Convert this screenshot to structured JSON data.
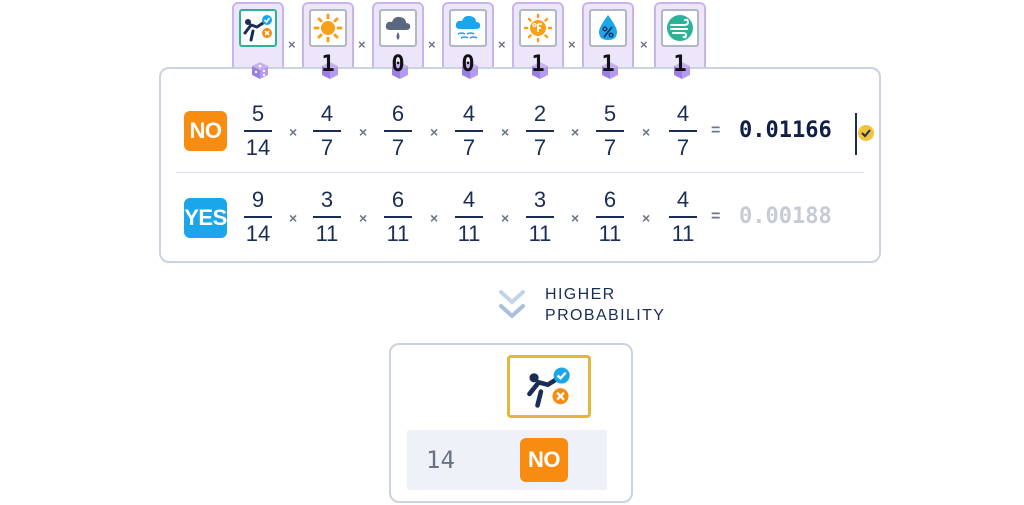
{
  "features": [
    {
      "icon": "golf-play-icon",
      "value": ""
    },
    {
      "icon": "sun-icon",
      "value": "1"
    },
    {
      "icon": "rain-cloud-icon",
      "value": "0"
    },
    {
      "icon": "wind-cloud-icon",
      "value": "0"
    },
    {
      "icon": "temperature-sun-icon",
      "value": "1"
    },
    {
      "icon": "humidity-drop-icon",
      "value": "1"
    },
    {
      "icon": "wind-icon",
      "value": "1"
    }
  ],
  "operators": {
    "times": "×",
    "equals": "="
  },
  "rows": [
    {
      "label": "NO",
      "color": "#f78c11",
      "fractions": [
        {
          "num": "5",
          "den": "14"
        },
        {
          "num": "4",
          "den": "7"
        },
        {
          "num": "6",
          "den": "7"
        },
        {
          "num": "4",
          "den": "7"
        },
        {
          "num": "2",
          "den": "7"
        },
        {
          "num": "5",
          "den": "7"
        },
        {
          "num": "4",
          "den": "7"
        }
      ],
      "result": "0.01166",
      "winner": true
    },
    {
      "label": "YES",
      "color": "#1aa6e8",
      "fractions": [
        {
          "num": "9",
          "den": "14"
        },
        {
          "num": "3",
          "den": "11"
        },
        {
          "num": "6",
          "den": "11"
        },
        {
          "num": "4",
          "den": "11"
        },
        {
          "num": "3",
          "den": "11"
        },
        {
          "num": "6",
          "den": "11"
        },
        {
          "num": "4",
          "den": "11"
        }
      ],
      "result": "0.00188",
      "winner": false
    }
  ],
  "higher_probability": {
    "line1": "HIGHER",
    "line2": "PROBABILITY"
  },
  "output": {
    "row_number": "14",
    "prediction": "NO"
  }
}
